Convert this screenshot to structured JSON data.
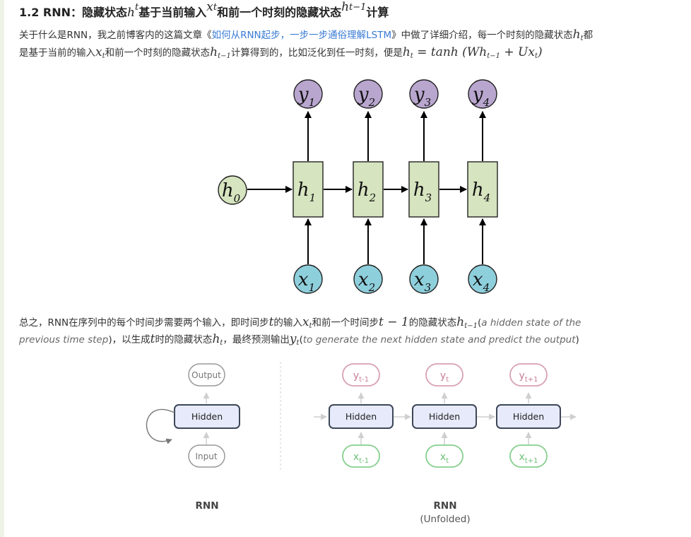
{
  "heading": {
    "prefix": "1.2 RNN：隐藏状态",
    "h_t": "h",
    "h_t_sub": "t",
    "mid1": "基于当前输入",
    "x_t": "x",
    "x_t_sub": "t",
    "mid2": "和前一个时刻的隐藏状态",
    "h_prev": "h",
    "h_prev_sub": "t−1",
    "suffix": "计算"
  },
  "para1": {
    "line1_a": "关于什么是RNN，我之前博客内的这篇文章《",
    "link": "如何从RNN起步，一步一步通俗理解LSTM",
    "line1_b": "》中做了详细介绍，每一个时刻的隐藏状态",
    "h_t": "h",
    "h_t_sub": "t",
    "line1_c": "都",
    "line2_a": "是基于当前的输入",
    "x_t": "x",
    "x_t_sub": "t",
    "line2_b": "和前一个时刻的隐藏状态",
    "h_prev": "h",
    "h_prev_sub": "t−1",
    "line2_c": "计算得到的，比如泛化到任一时刻，便是",
    "formula_h": "h",
    "formula_h_sub": "t",
    "formula_eq": " = tanh (Wh",
    "formula_sub1": "t−1",
    "formula_rest": " + Ux",
    "formula_sub2": "t",
    "formula_end": ")"
  },
  "diagram1": {
    "outputs": [
      {
        "v": "y",
        "s": "1"
      },
      {
        "v": "y",
        "s": "2"
      },
      {
        "v": "y",
        "s": "3"
      },
      {
        "v": "y",
        "s": "4"
      }
    ],
    "hiddens": [
      {
        "v": "h",
        "s": "1"
      },
      {
        "v": "h",
        "s": "2"
      },
      {
        "v": "h",
        "s": "3"
      },
      {
        "v": "h",
        "s": "4"
      }
    ],
    "inputs": [
      {
        "v": "x",
        "s": "1"
      },
      {
        "v": "x",
        "s": "2"
      },
      {
        "v": "x",
        "s": "3"
      },
      {
        "v": "x",
        "s": "4"
      }
    ],
    "initial": {
      "v": "h",
      "s": "0"
    },
    "colors": {
      "output": "#b9a6cf",
      "hidden": "#d6e4bf",
      "input": "#8ecfdc",
      "initial": "#d6e4bf"
    }
  },
  "para2": {
    "line1_a": "总之，RNN在序列中的每个时间步需要两个输入，即时间步",
    "t1": "t",
    "line1_b": "的输入",
    "x_t": "x",
    "x_t_sub": "t",
    "line1_c": "和前一个时间步",
    "t_minus": "t − 1",
    "line1_d": "的隐藏状态",
    "h_prev": "h",
    "h_prev_sub": "t−1",
    "line1_e": "(",
    "en1": "a hidden state of the",
    "en2": "previous time step",
    "line2_a": ")，以生成",
    "t2": "t",
    "line2_b": "时的隐藏状态",
    "h_t": "h",
    "h_t_sub": "t",
    "line2_c": "，最终预测输出",
    "y_t": "y",
    "y_t_sub": "t",
    "line2_d": "(",
    "en3": "to generate the next hidden state and predict the output",
    "line2_e": ")"
  },
  "diagram2": {
    "rnn": {
      "output": "Output",
      "hidden": "Hidden",
      "input": "Input",
      "label": "RNN"
    },
    "unfolded": {
      "outputs": [
        {
          "v": "y",
          "s": "t-1"
        },
        {
          "v": "y",
          "s": "t"
        },
        {
          "v": "y",
          "s": "t+1"
        }
      ],
      "hidden": "Hidden",
      "inputs": [
        {
          "v": "x",
          "s": "t-1"
        },
        {
          "v": "x",
          "s": "t"
        },
        {
          "v": "x",
          "s": "t+1"
        }
      ],
      "label": "RNN",
      "sublabel": "(Unfolded)"
    },
    "colors": {
      "hidden_fill": "#e6eafa",
      "hidden_stroke": "#3d4757",
      "output_stroke": "#d8a0b4",
      "output_text": "#c77d99",
      "input_stroke": "#86cf8e",
      "input_text": "#6fbf77",
      "gray_stroke": "#9a9a9a",
      "gray_text": "#777777"
    }
  }
}
